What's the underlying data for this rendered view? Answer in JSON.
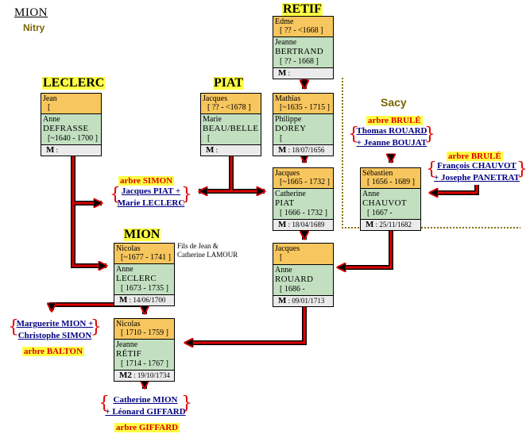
{
  "header": {
    "title": "MION",
    "subtitle": "Nitry"
  },
  "family_labels": {
    "retif": "RETIF",
    "leclerc": "LECLERC",
    "piat": "PIAT",
    "mion": "MION",
    "sacy": "Sacy"
  },
  "couples": {
    "retif": {
      "husband": "Edme",
      "husband_dates": "[ ?? - <1668 ]",
      "wife_first": "Jeanne",
      "wife_surname": "BERTRAND",
      "wife_dates": "[ ?? - 1668 ]",
      "marriage_label": "M",
      "marriage_date": ":"
    },
    "leclerc": {
      "husband": "Jean",
      "husband_dates": "[",
      "wife_first": "Anne",
      "wife_surname": "DEFRASSE",
      "wife_dates": "[~1640 - 1700 ]",
      "marriage_label": "M",
      "marriage_date": ":"
    },
    "piat": {
      "husband": "Jacques",
      "husband_dates": "[ ?? - <1678 ]",
      "wife_first": "Marie",
      "wife_surname": "BEAU/BELLE",
      "wife_dates": "[",
      "marriage_label": "M",
      "marriage_date": ":"
    },
    "mathias": {
      "husband": "Mathias",
      "husband_dates": "[~1635 - 1715 ]",
      "wife_first": "Philippe",
      "wife_surname": "DOREY",
      "wife_dates": "[",
      "marriage_label": "M",
      "marriage_date": ": 18/07/1656"
    },
    "jacques1665": {
      "husband": "Jacques",
      "husband_dates": "[~1665 - 1732 ]",
      "wife_first": "Catherine",
      "wife_surname": "PIAT",
      "wife_dates": "[ 1666 - 1732 ]",
      "marriage_label": "M",
      "marriage_date": ": 18/04/1689"
    },
    "sebastien": {
      "husband": "Sébastien",
      "husband_dates": "[ 1656 - 1689 ]",
      "wife_first": "Anne",
      "wife_surname": "CHAUVOT",
      "wife_dates": "[ 1667 -",
      "marriage_label": "M",
      "marriage_date": ": 25/11/1682"
    },
    "nicolas1677": {
      "husband": "Nicolas",
      "husband_dates": "[~1677 - 1741 ]",
      "wife_first": "Anne",
      "wife_surname": "LECLERC",
      "wife_dates": "[ 1673 - 1735 ]",
      "marriage_label": "M",
      "marriage_date": ": 14/06/1700"
    },
    "jacques_rouard": {
      "husband": "Jacques",
      "husband_dates": "[",
      "wife_first": "Anne",
      "wife_surname": "ROUARD",
      "wife_dates": "[ 1686 -",
      "marriage_label": "M",
      "marriage_date": ": 09/01/1713"
    },
    "nicolas1710": {
      "husband": "Nicolas",
      "husband_dates": "[ 1710 - 1759 ]",
      "wife_first": "Jeanne",
      "wife_surname": "RÉTIF",
      "wife_dates": "[ 1714 - 1767 ]",
      "marriage_label": "M2",
      "marriage_date": ": 19/10/1734"
    }
  },
  "notes": {
    "nicolas_parents_line1": "Fils de Jean &",
    "nicolas_parents_line2": "Catherine LAMOUR"
  },
  "links": {
    "simon": {
      "arbre": "arbre SIMON",
      "line1": "Jacques PIAT +",
      "line2": "Marie LECLERC"
    },
    "rouard": {
      "arbre": "arbre BRULÉ",
      "line1": "Thomas ROUARD",
      "line2": "+ Jeanne BOUJAT"
    },
    "chauvot": {
      "arbre": "arbre BRULÉ",
      "line1": "François CHAUVOT",
      "line2": "+ Josephe PANETRAT"
    },
    "balton": {
      "arbre": "arbre BALTON",
      "line1": "Marguerite MION +",
      "line2": "Christophe SIMON"
    },
    "giffard": {
      "arbre": "arbre GIFFARD",
      "line1": "Catherine MION",
      "line2": "+ Léonard GIFFARD"
    }
  },
  "colors": {
    "husband_bg": "#f8c65e",
    "wife_bg": "#c2e0c0",
    "marriage_bg": "#ebebeb",
    "arrow": "#e00000",
    "label_highlight": "#ffff44",
    "link_text": "#000080",
    "region_text": "#7a6200"
  }
}
